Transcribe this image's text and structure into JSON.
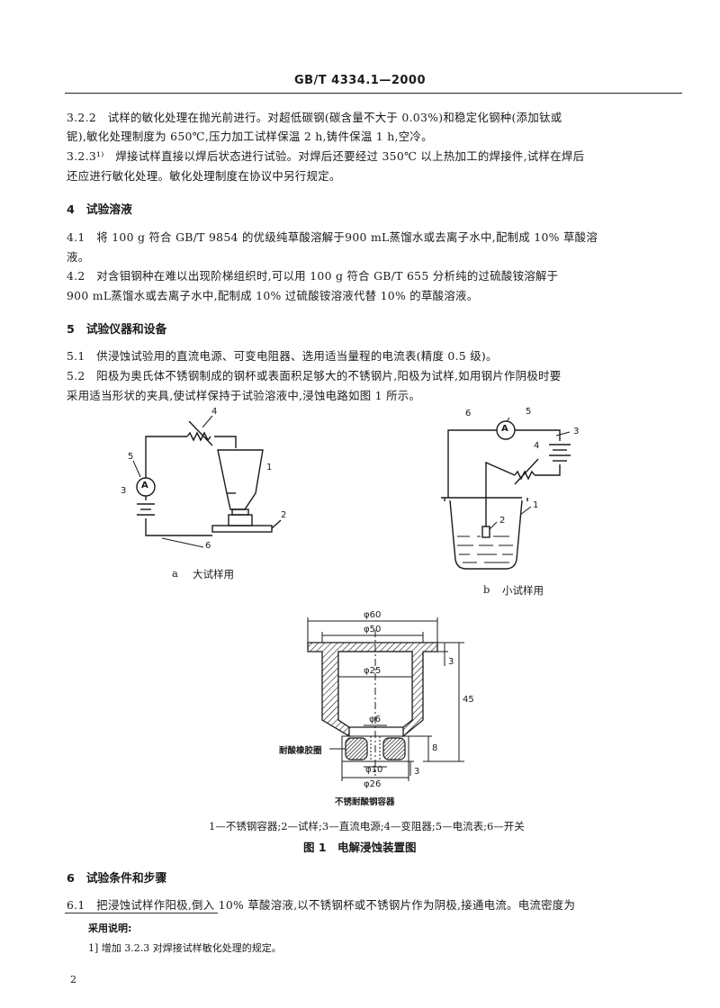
{
  "header": {
    "title": "GB/T 4334.1—2000"
  },
  "sec_3_2_2": {
    "line1": "3.2.2　试样的敏化处理在抛光前进行。对超低碳钢(碳含量不大于 0.03%)和稳定化钢种(添加钛或",
    "line2": "铌),敏化处理制度为 650℃,压力加工试样保温 2 h,铸件保温 1 h,空冷。"
  },
  "sec_3_2_3": {
    "line1": "3.2.3¹⁾　焊接试样直接以焊后状态进行试验。对焊后还要经过 350℃ 以上热加工的焊接件,试样在焊后",
    "line2": "还应进行敏化处理。敏化处理制度在协议中另行规定。"
  },
  "sec_4": {
    "heading": "4　试验溶液"
  },
  "sec_4_1": {
    "line1": "4.1　将 100 g 符合 GB/T 9854 的优级纯草酸溶解于900 mL蒸馏水或去离子水中,配制成 10% 草酸溶",
    "line2": "液。"
  },
  "sec_4_2": {
    "line1": "4.2　对含钼钢种在难以出现阶梯组织时,可以用 100 g 符合 GB/T 655 分析纯的过硫酸铵溶解于",
    "line2": "900 mL蒸馏水或去离子水中,配制成 10% 过硫酸铵溶液代替 10% 的草酸溶液。"
  },
  "sec_5": {
    "heading": "5　试验仪器和设备"
  },
  "sec_5_1": {
    "line1": "5.1　供浸蚀试验用的直流电源、可变电阻器、选用适当量程的电流表(精度 0.5 级)。"
  },
  "sec_5_2": {
    "line1": "5.2　阳极为奥氏体不锈钢制成的钢杯或表面积足够大的不锈钢片,阳极为试样,如用钢片作阴极时要",
    "line2": "采用适当形状的夹具,使试样保持于试验溶液中,浸蚀电路如图 1 所示。"
  },
  "figure1": {
    "diagram_a": {
      "caption_letter": "a",
      "caption": "大试样用",
      "labels": [
        "1",
        "2",
        "3",
        "4",
        "5",
        "6"
      ],
      "ammeter": "A"
    },
    "diagram_b": {
      "caption_letter": "b",
      "caption": "小试样用",
      "labels": [
        "1",
        "2",
        "3",
        "4",
        "5",
        "6"
      ],
      "ammeter": "A"
    },
    "diagram_c": {
      "dims": [
        "φ60",
        "φ50",
        "φ25",
        "φ6",
        "φ10",
        "φ26",
        "3",
        "45",
        "8",
        "3"
      ],
      "label_rubber": "耐酸橡胶圈",
      "label_container": "不锈耐酸钢容器"
    },
    "legend": "1—不锈钢容器;2—试样;3—直流电源;4—变阻器;5—电流表;6—开关",
    "title": "图 1　电解浸蚀装置图"
  },
  "sec_6": {
    "heading": "6　试验条件和步骤"
  },
  "sec_6_1": {
    "line1": "6.1　把浸蚀试样作阳极,倒入 10% 草酸溶液,以不锈钢杯或不锈钢片作为阴极,接通电流。电流密度为"
  },
  "footnote": {
    "title": "采用说明:",
    "note": "1] 增加 3.2.3 对焊接试样敏化处理的规定。"
  },
  "page_number": "2"
}
